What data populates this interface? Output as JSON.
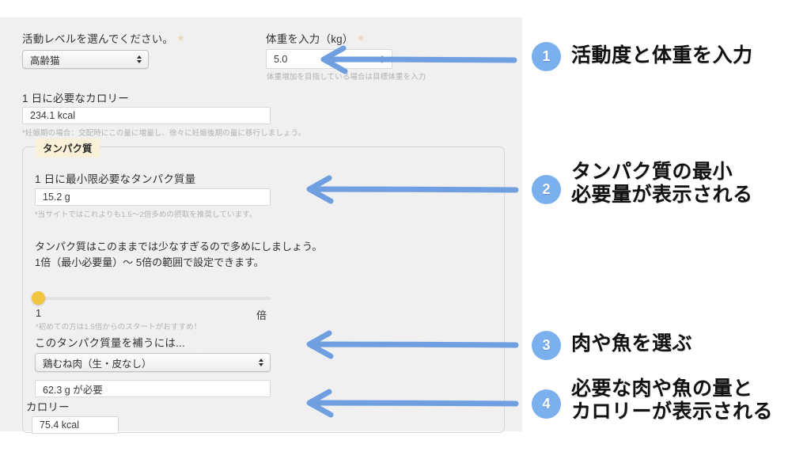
{
  "form": {
    "activity": {
      "label": "活動レベルを選んでください。",
      "required_mark": "＊",
      "selected": "高齢猫"
    },
    "weight": {
      "label": "体重を入力（kg）",
      "required_mark": "＊",
      "value": "5.0",
      "note": "体重増加を目指している場合は目標体重を入力"
    },
    "daily_calorie": {
      "label": "1 日に必要なカロリー",
      "value": "234.1 kcal",
      "note": "*妊娠期の場合：交配時にこの量に増量し、徐々に妊娠後期の量に移行しましょう。"
    },
    "protein_section": {
      "legend": "タンパク質",
      "min_protein": {
        "label": "1 日に最小限必要なタンパク質量",
        "value": "15.2 g",
        "note": "*当サイトではこれよりも1.5〜2倍多めの摂取を推奨しています。"
      },
      "advice_line1": "タンパク質はこのままでは少なすぎるので多めにしましょう。",
      "advice_line2": "1倍（最小必要量）〜 5倍の範囲で設定できます。",
      "slider": {
        "value": "1",
        "unit": "倍",
        "min": 1,
        "max": 5,
        "note": "*初めての方は1.5倍からのスタートがおすすめ！"
      },
      "food": {
        "label": "このタンパク質量を補うには...",
        "selected": "鶏むね肉（生・皮なし）",
        "amount": "62.3 g が必要",
        "calorie_label": "カロリー",
        "calorie_value": "75.4 kcal"
      }
    }
  },
  "annotations": [
    {
      "number": "1",
      "text": "活動度と体重を入力"
    },
    {
      "number": "2",
      "text": "タンパク質の最小\n必要量が表示される"
    },
    {
      "number": "3",
      "text": "肉や魚を選ぶ"
    },
    {
      "number": "4",
      "text": "必要な肉や魚の量と\nカロリーが表示される"
    }
  ],
  "colors": {
    "badge": "#7bb0ef",
    "arrow": "#6f9fe0",
    "slider_thumb": "#f3c63f",
    "legend_bg": "#faf0d8",
    "panel_bg": "#f0f0f0"
  }
}
